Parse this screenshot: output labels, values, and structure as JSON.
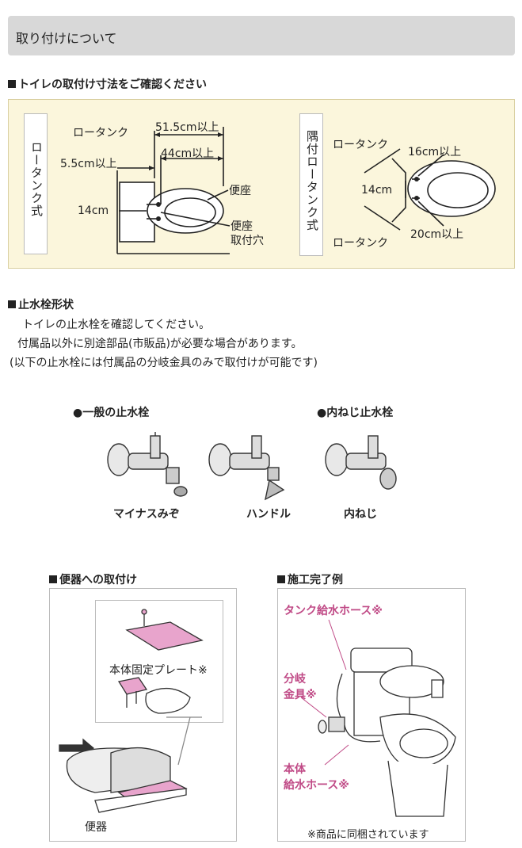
{
  "header": {
    "title": "取り付けについて"
  },
  "dimensions": {
    "title": "トイレの取付け寸法をご確認ください",
    "low_tank": {
      "type_label": "ロータンク式",
      "tank_label": "ロータンク",
      "dim_515": "51.5cm以上",
      "dim_44": "44cm以上",
      "dim_55": "5.5cm以上",
      "dim_14": "14cm",
      "seat": "便座",
      "hole": "便座\n取付穴"
    },
    "corner_tank": {
      "type_label": "隅付ロータンク式",
      "tank_top": "ロータンク",
      "tank_bottom": "ロータンク",
      "dim_16": "16cm以上",
      "dim_14": "14cm",
      "dim_20": "20cm以上"
    }
  },
  "valve": {
    "title": "止水栓形状",
    "line1": "トイレの止水栓を確認してください。",
    "line2": "付属品以外に別途部品(市販品)が必要な場合があります。",
    "line3": "(以下の止水栓には付属品の分岐金具のみで取付けが可能です)",
    "general_title": "●一般の止水栓",
    "inner_title": "●内ねじ止水栓",
    "cap_minus": "マイナスみぞ",
    "cap_handle": "ハンドル",
    "cap_inner": "内ねじ"
  },
  "mount": {
    "title": "便器への取付け",
    "plate": "本体固定プレート※",
    "bowl": "便器"
  },
  "complete": {
    "title": "施工完了例",
    "tank_hose": "タンク給水ホース※",
    "branch": "分岐\n金具※",
    "body_hose": "本体\n給水ホース※",
    "note": "※商品に同梱されています"
  },
  "colors": {
    "panel_bg": "#fbf6dc",
    "pink": "#c04a86",
    "plate_pink": "#e8a4cc"
  }
}
